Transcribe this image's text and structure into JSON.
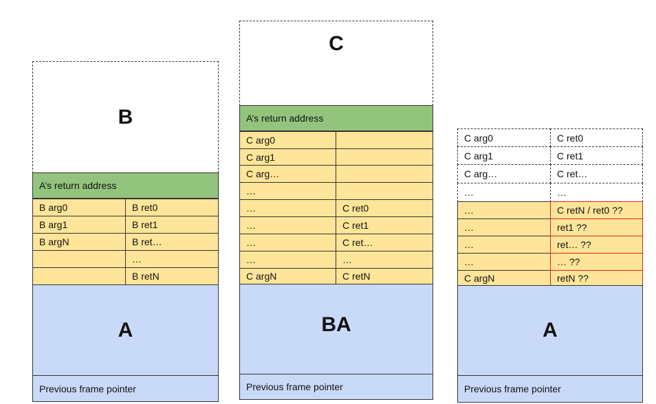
{
  "col1": {
    "title": "B",
    "return_address": "A’s return address",
    "rows": [
      [
        "B arg0",
        "B ret0"
      ],
      [
        "B arg1",
        "B ret1"
      ],
      [
        "B argN",
        "B ret…"
      ],
      [
        "",
        "…"
      ],
      [
        "",
        "B retN"
      ]
    ],
    "base_label": "A",
    "prev_frame": "Previous frame pointer"
  },
  "col2": {
    "title": "C",
    "return_address": "A’s return address",
    "rows": [
      [
        "C arg0",
        ""
      ],
      [
        "C arg1",
        ""
      ],
      [
        "C arg…",
        ""
      ],
      [
        "…",
        ""
      ],
      [
        "…",
        "C ret0"
      ],
      [
        "…",
        "C ret1"
      ],
      [
        "…",
        "C ret…"
      ],
      [
        "…",
        "…"
      ],
      [
        "C argN",
        "C retN"
      ]
    ],
    "base_label": "BA",
    "prev_frame": "Previous frame pointer"
  },
  "col3": {
    "top_rows": [
      [
        "C arg0",
        "C ret0"
      ],
      [
        "C arg1",
        "C ret1"
      ],
      [
        "C arg…",
        "C ret…"
      ],
      [
        "…",
        "…"
      ]
    ],
    "rows": [
      [
        "…",
        "C retN / ret0 ??"
      ],
      [
        "…",
        "ret1 ??"
      ],
      [
        "…",
        "ret… ??"
      ],
      [
        "…",
        "… ??"
      ],
      [
        "C argN",
        "retN ??"
      ]
    ],
    "base_label": "A",
    "prev_frame": "Previous frame pointer",
    "highlight_color": "#e02020"
  },
  "colors": {
    "arg_ret_fill": "#ffe599",
    "return_address_fill": "#93c47d",
    "frame_fill": "#c9daf8"
  }
}
